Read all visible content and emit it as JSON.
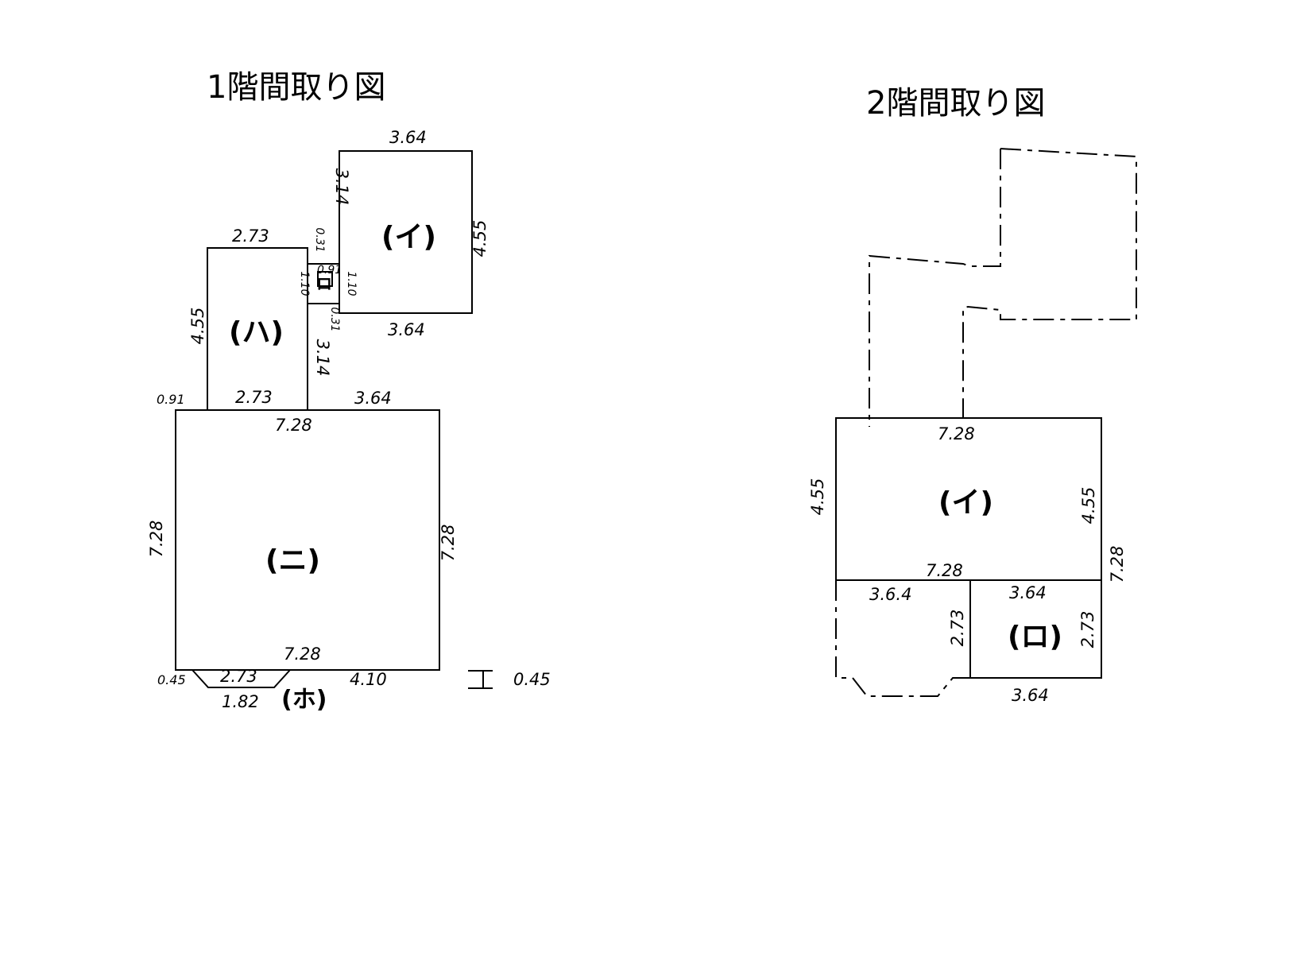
{
  "floor1": {
    "title": "1階間取り図",
    "rooms": {
      "i": "(イ)",
      "ro": "ロ",
      "ha": "(ハ)",
      "ni": "(ニ)",
      "ho": "(ホ)"
    },
    "dims": {
      "i_top": "3.64",
      "i_bottom": "3.64",
      "i_right": "4.55",
      "i_left": "3.14",
      "ha_top": "2.73",
      "ha_left": "4.55",
      "ha_right": "3.14",
      "ro_031_top": "0.31",
      "ro_031_bottom": "0.31",
      "ro_091": "0.91",
      "ro_110_left": "1.10",
      "ro_110_right": "1.10",
      "left_091": "0.91",
      "ha_bottom": "2.73",
      "top_right_364": "3.64",
      "ni_top": "7.28",
      "ni_left": "7.28",
      "ni_right": "7.28",
      "ni_bottom": "7.28",
      "ho_045": "0.45",
      "ho_top": "2.73",
      "ho_bottom": "1.82",
      "bottom_410": "4.10",
      "legend_045": "0.45"
    }
  },
  "floor2": {
    "title": "2階間取り図",
    "rooms": {
      "i": "(イ)",
      "ro": "(ロ)"
    },
    "dims": {
      "top": "7.28",
      "left": "4.55",
      "right_inner": "4.55",
      "right_outer": "7.28",
      "mid": "7.28",
      "lower_left": "3.6.4",
      "lower_mid": "2.73",
      "ro_top": "3.64",
      "ro_right": "2.73",
      "ro_bottom": "3.64"
    }
  }
}
